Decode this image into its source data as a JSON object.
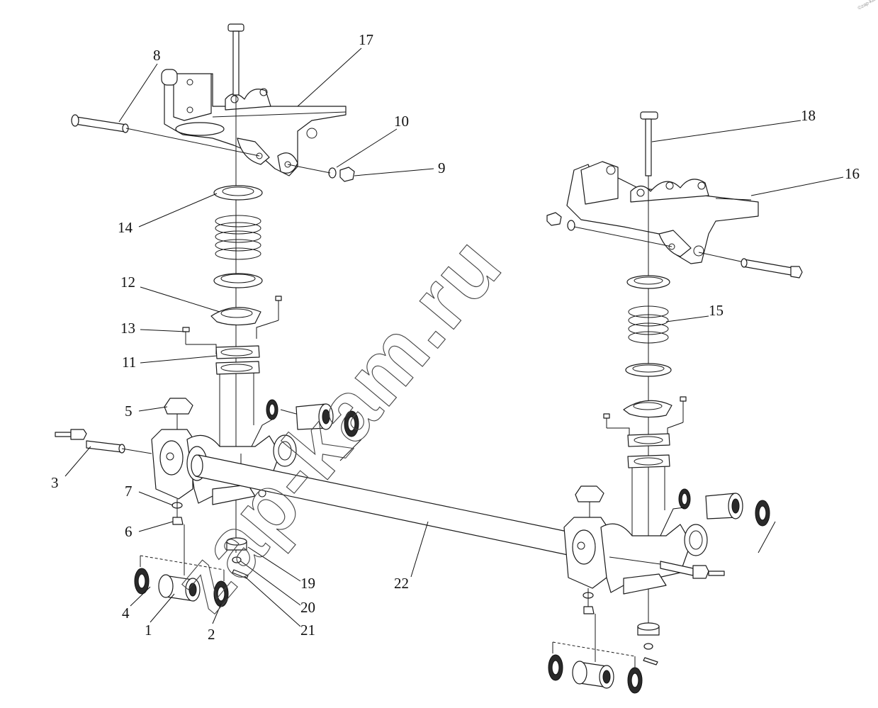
{
  "watermark": {
    "text": "zap-kam.ru"
  },
  "corner_mark": "©zap-kam",
  "callouts": [
    {
      "id": "1",
      "label": "1"
    },
    {
      "id": "2",
      "label": "2"
    },
    {
      "id": "3",
      "label": "3"
    },
    {
      "id": "4",
      "label": "4"
    },
    {
      "id": "5",
      "label": "5"
    },
    {
      "id": "6",
      "label": "6"
    },
    {
      "id": "7",
      "label": "7"
    },
    {
      "id": "8",
      "label": "8"
    },
    {
      "id": "9",
      "label": "9"
    },
    {
      "id": "10",
      "label": "10"
    },
    {
      "id": "11",
      "label": "11"
    },
    {
      "id": "12",
      "label": "12"
    },
    {
      "id": "13",
      "label": "13"
    },
    {
      "id": "14",
      "label": "14"
    },
    {
      "id": "15",
      "label": "15"
    },
    {
      "id": "16",
      "label": "16"
    },
    {
      "id": "17",
      "label": "17"
    },
    {
      "id": "18",
      "label": "18"
    },
    {
      "id": "19",
      "label": "19"
    },
    {
      "id": "20",
      "label": "20"
    },
    {
      "id": "21",
      "label": "21"
    },
    {
      "id": "22",
      "label": "22"
    }
  ]
}
